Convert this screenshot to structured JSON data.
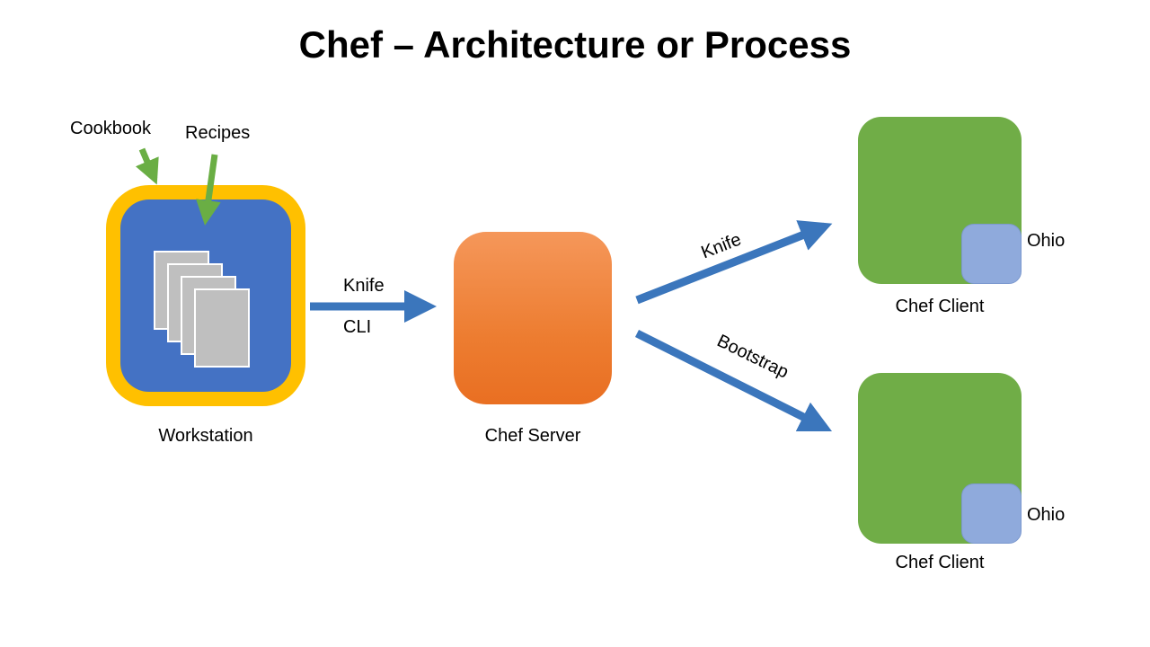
{
  "title": "Chef – Architecture or Process",
  "workstation": {
    "label": "Workstation",
    "inputs": {
      "cookbook": "Cookbook",
      "recipes": "Recipes"
    },
    "documents_count": 4
  },
  "server": {
    "label": "Chef Server"
  },
  "connections": {
    "knife_cli": {
      "line1": "Knife",
      "line2": "CLI"
    },
    "knife_label": "Knife",
    "bootstrap_label": "Bootstrap"
  },
  "clients": [
    {
      "label": "Chef Client",
      "badge": "Ohio"
    },
    {
      "label": "Chef Client",
      "badge": "Ohio"
    }
  ],
  "colors": {
    "workstation_outer": "#FFC000",
    "workstation_inner": "#4472C4",
    "document": "#BFBFBF",
    "server_orange": "#ED7D31",
    "client_green": "#70AD47",
    "badge_blue": "#8FAADC",
    "arrow_blue": "#3B76BC",
    "arrow_green": "#6AAE44",
    "text": "#000000"
  }
}
